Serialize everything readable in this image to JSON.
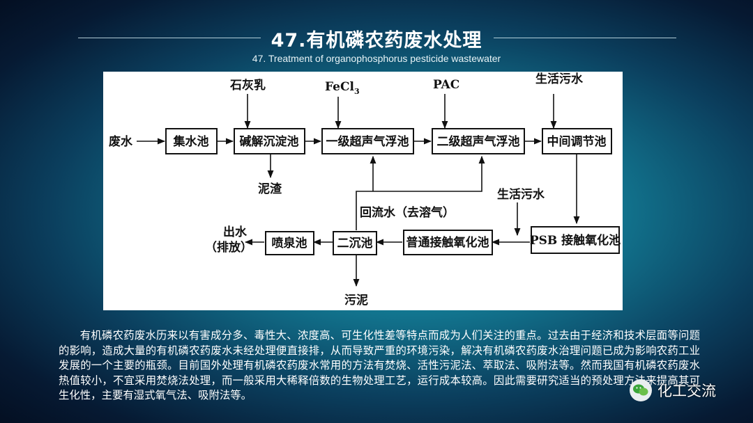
{
  "header": {
    "title": "47.有机磷农药废水处理",
    "subtitle": "47. Treatment of organophosphorus pesticide wastewater"
  },
  "diagram": {
    "nodes": {
      "n1": "集水池",
      "n2": "碱解沉淀池",
      "n3": "一级超声气浮池",
      "n4": "二级超声气浮池",
      "n5": "中间调节池",
      "n6": "PSB 接触氧化池",
      "n7": "普通接触氧化池",
      "n8": "二沉池",
      "n9": "喷泉池"
    },
    "labels": {
      "wastewater": "废水",
      "lime": "石灰乳",
      "fecl3": "FeCl",
      "fecl3_sub": "3",
      "pac": "PAC",
      "sewage_top": "生活污水",
      "sludge_residue": "泥渣",
      "sewage_mid": "生活污水",
      "reflux": "回流水（去溶气）",
      "outlet_line1": "出水",
      "outlet_line2": "（排放）",
      "sludge": "污泥"
    }
  },
  "body_text": "有机磷农药废水历来以有害成分多、毒性大、浓度高、可生化性差等特点而成为人们关注的重点。过去由于经济和技术层面等问题的影响，造成大量的有机磷农药废水未经处理便直接排，从而导致严重的环境污染，解决有机磷农药废水治理问题已成为影响农药工业发展的一个主要的瓶颈。目前国外处理有机磷农药废水常用的方法有焚烧、活性污泥法、萃取法、吸附法等。然而我国有机磷农药废水热值较小，不宜采用焚烧法处理，而一般采用大稀释倍数的生物处理工艺，运行成本较高。因此需要研究适当的预处理方法来提高其可生化性，主要有湿式氧气法、吸附法等。",
  "watermark": {
    "icon": "wechat-icon",
    "text": "化工交流"
  }
}
